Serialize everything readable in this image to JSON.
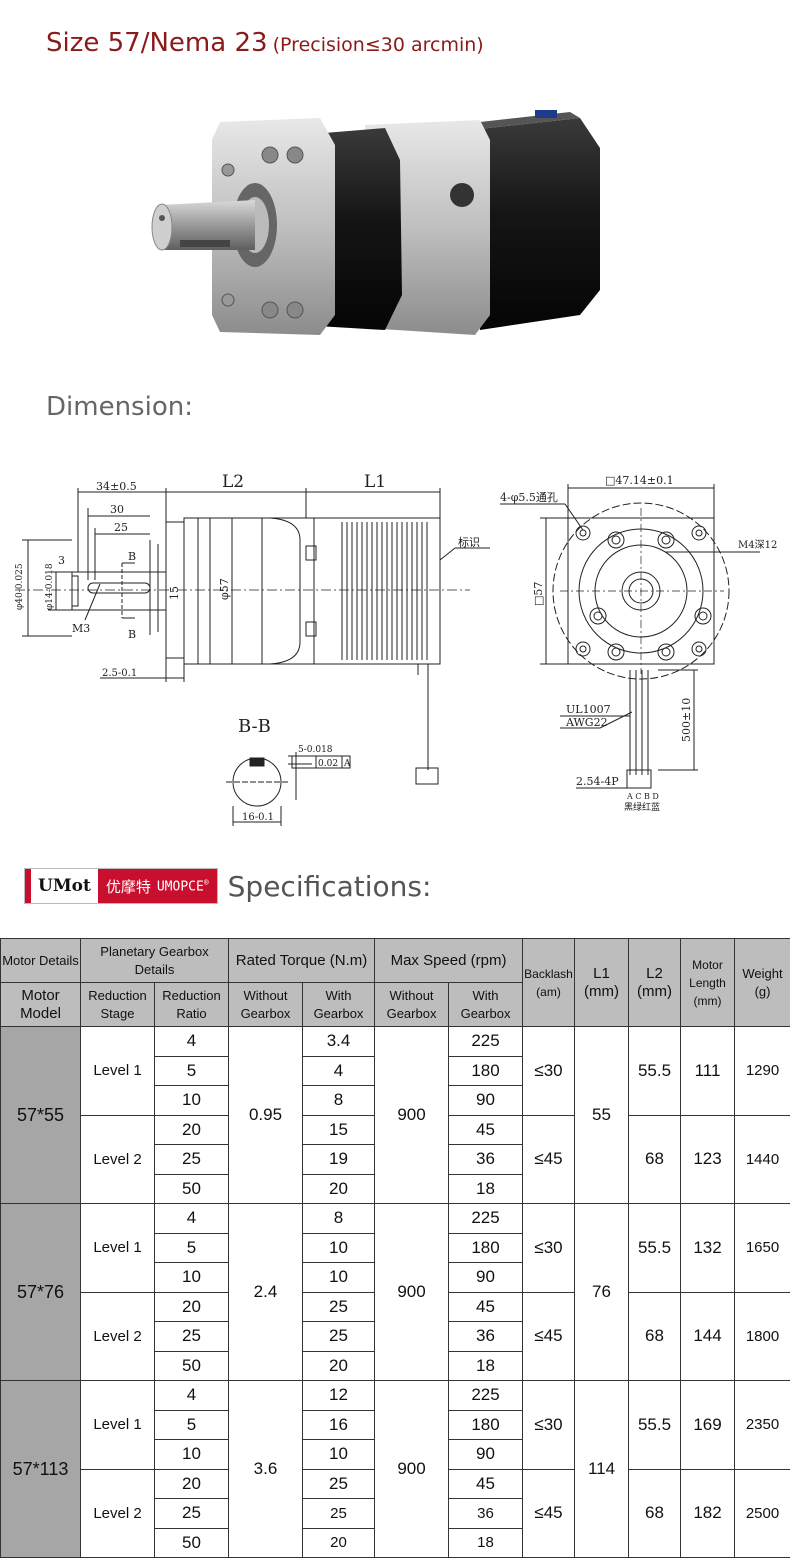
{
  "header": {
    "title_main": "Size 57/Nema 23",
    "title_sub": "(Precision≤30 arcmin)",
    "dimension_heading": "Dimension:",
    "spec_heading": "Specifications:"
  },
  "logo": {
    "name": "UMot",
    "cn": "优摩特",
    "en": "UMOPCE",
    "reg": "®"
  },
  "drawing": {
    "labels": {
      "l2": "L2",
      "l1": "L1",
      "d34": "34±0.5",
      "d30": "30",
      "d25": "25",
      "d3": "3",
      "sec_b1": "B",
      "sec_b2": "B",
      "dia40": "φ40-0.025",
      "dia14": "φ14-0.018",
      "m3": "M3",
      "d15": "15",
      "dia57": "φ57",
      "biaoshi": "标识",
      "d25b": "2.5-0.1",
      "sq47": "□47.14±0.1",
      "holes": "4-φ5.5通孔",
      "m4": "M4深12",
      "sq57": "□57",
      "ul": "UL1007",
      "awg": "AWG22",
      "len500": "500±10",
      "pitch": "2.54-4P",
      "pins": "A C B D",
      "colors": "黑绿红蓝",
      "bb": "B-B",
      "key": "5-0.018",
      "tol": "0.02",
      "datum": "A",
      "d16": "16-0.1"
    }
  },
  "colors": {
    "title": "#8b1a1a",
    "header_gray": "#bdbdbd",
    "model_gray": "#a6a6a6",
    "logo_red": "#c8102e"
  },
  "table": {
    "h": {
      "motor_details": "Motor Details",
      "gearbox_details": "Planetary Gearbox Details",
      "rated_torque": "Rated Torque (N.m)",
      "max_speed": "Max Speed (rpm)",
      "backlash": "Backlash (am)",
      "l1": "L1 (mm)",
      "l2": "L2 (mm)",
      "motor_length": "Motor Length (mm)",
      "weight": "Weight (g)",
      "motor_model": "Motor Model",
      "reduction_stage": "Reduction Stage",
      "reduction_ratio": "Reduction Ratio",
      "without_gearbox_t": "Without Gearbox",
      "with_gearbox_t": "With Gearbox",
      "without_gearbox_s": "Without Gearbox",
      "with_gearbox_s": "With Gearbox"
    },
    "groups": [
      {
        "model": "57*55",
        "torque_without": "0.95",
        "speed_without": "900",
        "l1": "55",
        "levels": [
          {
            "label": "Level 1",
            "backlash": "≤30",
            "l2": "55.5",
            "motor_length": "111",
            "weight": "1290",
            "rows": [
              {
                "ratio": "4",
                "torque": "3.4",
                "speed": "225"
              },
              {
                "ratio": "5",
                "torque": "4",
                "speed": "180"
              },
              {
                "ratio": "10",
                "torque": "8",
                "speed": "90"
              }
            ]
          },
          {
            "label": "Level 2",
            "backlash": "≤45",
            "l2": "68",
            "motor_length": "123",
            "weight": "1440",
            "rows": [
              {
                "ratio": "20",
                "torque": "15",
                "speed": "45"
              },
              {
                "ratio": "25",
                "torque": "19",
                "speed": "36"
              },
              {
                "ratio": "50",
                "torque": "20",
                "speed": "18"
              }
            ]
          }
        ]
      },
      {
        "model": "57*76",
        "torque_without": "2.4",
        "speed_without": "900",
        "l1": "76",
        "levels": [
          {
            "label": "Level 1",
            "backlash": "≤30",
            "l2": "55.5",
            "motor_length": "132",
            "weight": "1650",
            "rows": [
              {
                "ratio": "4",
                "torque": "8",
                "speed": "225"
              },
              {
                "ratio": "5",
                "torque": "10",
                "speed": "180"
              },
              {
                "ratio": "10",
                "torque": "10",
                "speed": "90"
              }
            ]
          },
          {
            "label": "Level 2",
            "backlash": "≤45",
            "l2": "68",
            "motor_length": "144",
            "weight": "1800",
            "rows": [
              {
                "ratio": "20",
                "torque": "25",
                "speed": "45"
              },
              {
                "ratio": "25",
                "torque": "25",
                "speed": "36"
              },
              {
                "ratio": "50",
                "torque": "20",
                "speed": "18"
              }
            ]
          }
        ]
      },
      {
        "model": "57*113",
        "torque_without": "3.6",
        "speed_without": "900",
        "l1": "114",
        "levels": [
          {
            "label": "Level 1",
            "backlash": "≤30",
            "l2": "55.5",
            "motor_length": "169",
            "weight": "2350",
            "rows": [
              {
                "ratio": "4",
                "torque": "12",
                "speed": "225"
              },
              {
                "ratio": "5",
                "torque": "16",
                "speed": "180"
              },
              {
                "ratio": "10",
                "torque": "10",
                "speed": "90"
              }
            ]
          },
          {
            "label": "Level 2",
            "backlash": "≤45",
            "l2": "68",
            "motor_length": "182",
            "weight": "2500",
            "rows": [
              {
                "ratio": "20",
                "torque": "25",
                "speed": "45"
              },
              {
                "ratio": "25",
                "torque": "25",
                "speed": "36"
              },
              {
                "ratio": "50",
                "torque": "20",
                "speed": "18"
              }
            ]
          }
        ]
      }
    ]
  }
}
